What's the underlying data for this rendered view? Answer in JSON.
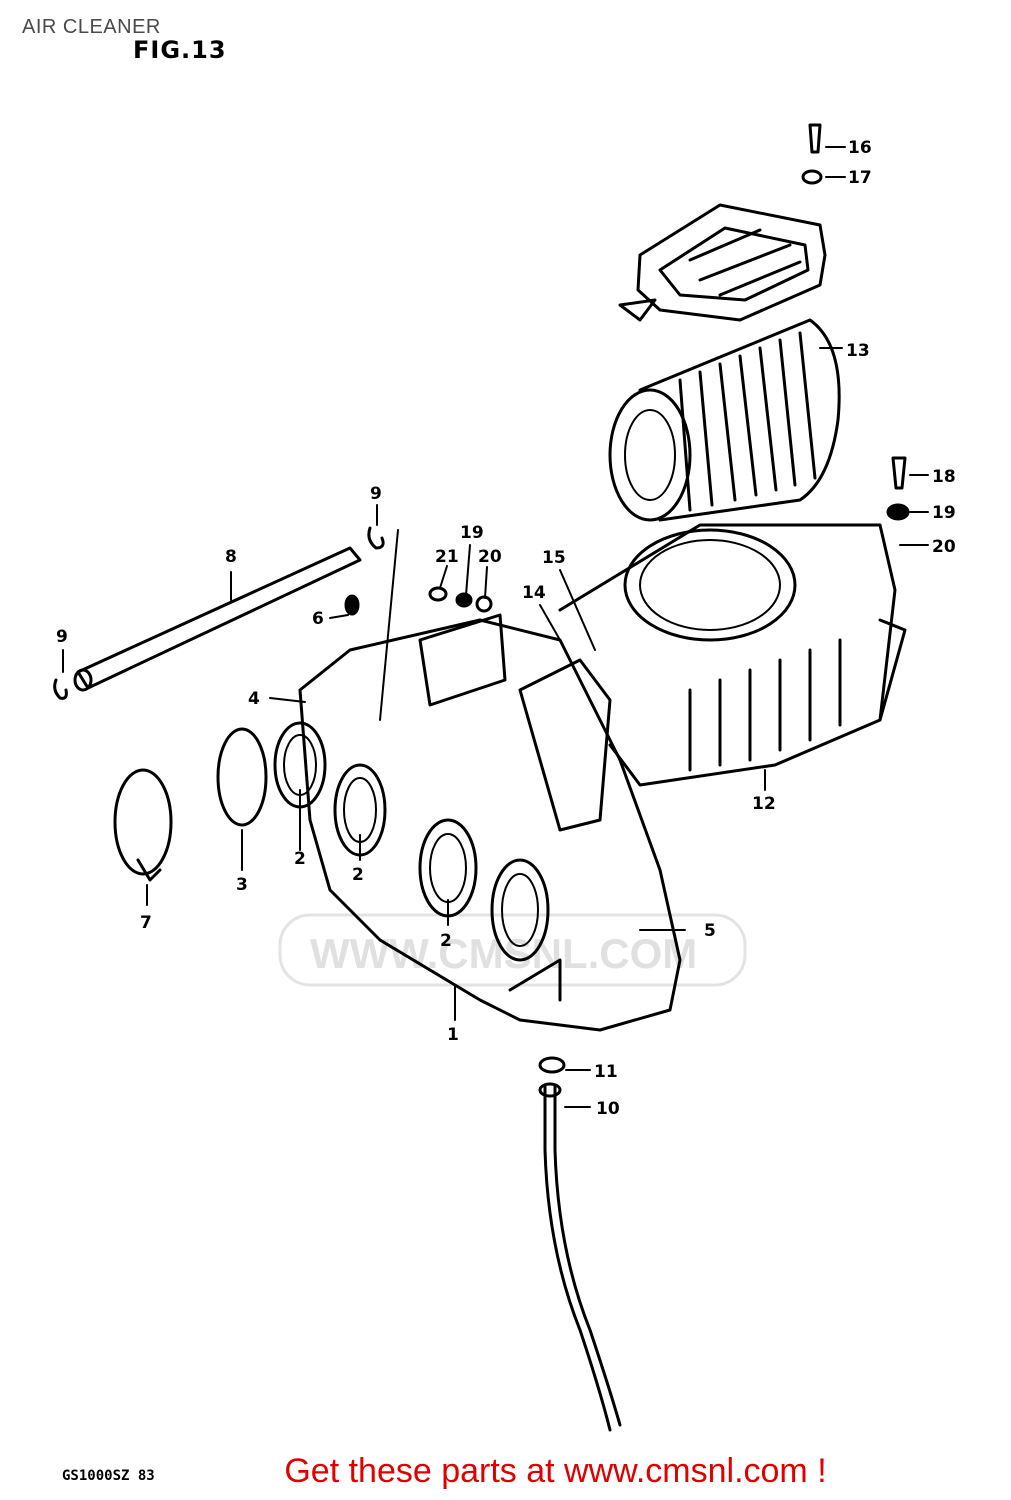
{
  "page": {
    "title": "AIR CLEANER",
    "figure": "FIG.13",
    "model_code": "GS1000SZ 83",
    "footer": "Get these parts at www.cmsnl.com !",
    "watermark": "WWW.CMSNL.COM"
  },
  "callouts": [
    "1",
    "2",
    "2",
    "2",
    "3",
    "4",
    "5",
    "6",
    "7",
    "8",
    "9",
    "9",
    "10",
    "11",
    "12",
    "13",
    "14",
    "15",
    "16",
    "17",
    "18",
    "19",
    "19",
    "20",
    "20",
    "21"
  ]
}
